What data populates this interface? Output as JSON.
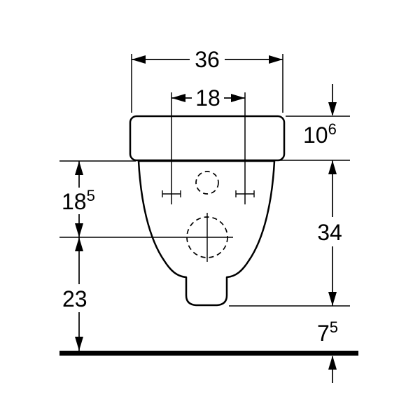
{
  "diagram": {
    "background_color": "#ffffff",
    "line_color": "#000000",
    "dimensions": {
      "overall_width": {
        "value": "36"
      },
      "fixing_bolt_spacing": {
        "value": "18"
      },
      "lid_height": {
        "value": "10",
        "sup": "6"
      },
      "top_to_outlet_center": {
        "value": "18",
        "sup": "5"
      },
      "body_height": {
        "value": "34"
      },
      "outlet_center_to_floor": {
        "value": "23"
      },
      "outlet_bottom_to_floor": {
        "value": "7",
        "sup": "5"
      }
    }
  }
}
